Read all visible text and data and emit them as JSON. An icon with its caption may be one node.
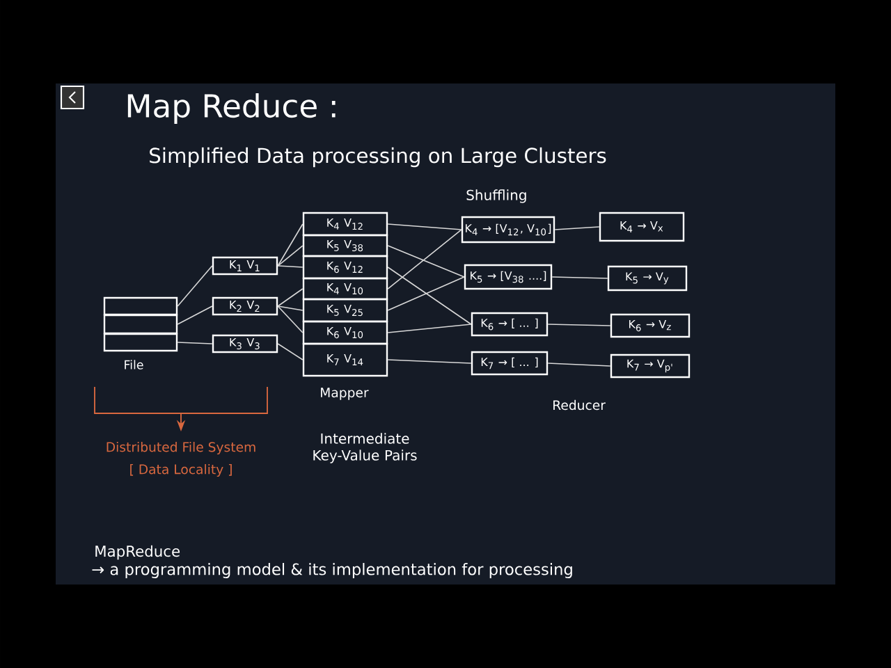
{
  "diagram": {
    "title": "Map Reduce :",
    "nodes": [
      {
        "text": [],
        "shape": "box"
      },
      {
        "text": [],
        "shape": "box"
      },
      {
        "text": [],
        "shape": "box"
      },
      {
        "text": [
          "K$_{1}$ V$_{1}$"
        ]
      },
      {
        "text": [
          "K$_{2}$ V$_{2}$"
        ]
      },
      {
        "text": [
          "K$_{3}$ V$_{3}$"
        ]
      },
      {
        "text": [
          "K$_{4}$ V$_{12}$"
        ]
      },
      {
        "text": [
          "K$_{5}$ V$_{38}$"
        ]
      },
      {
        "text": [
          "K$_{6}$ V$_{12}$"
        ]
      },
      {
        "text": [
          "K$_{4}$ V$_{10}$"
        ]
      },
      {
        "text": [
          "K$_{5}$ V$_{25}$"
        ]
      },
      {
        "text": [
          "K$_{6}$ V$_{10}$"
        ]
      },
      {
        "text": [
          "K$_{7}$ V$_{14}$"
        ]
      },
      {
        "text": [
          "K$_{4}$ → [V$_{12}$, V$_{10}$]"
        ]
      },
      {
        "text": [
          "K$_{5}$ → [V$_{38}$ ....]"
        ]
      },
      {
        "text": [
          "K$_{6}$ → [ ... ]"
        ]
      },
      {
        "text": [
          "K$_{7}$ → [ ... ]"
        ]
      },
      {
        "text": [
          "K$_{4}$ → V$_{x}$"
        ]
      },
      {
        "text": [
          "K$_{5}$ → V$_{y}$"
        ]
      },
      {
        "text": [
          "K$_{6}$ → V$_{z}$"
        ]
      },
      {
        "text": [
          "K$_{7}$ → V$_{p'}$"
        ]
      }
    ],
    "edges": [
      {
        "from": 0,
        "to": 3,
        "arrow": "none"
      },
      {
        "from": 1,
        "to": 4,
        "arrow": "none"
      },
      {
        "from": 2,
        "to": 5,
        "arrow": "none"
      },
      {
        "from": 3,
        "to": 6,
        "arrow": "none"
      },
      {
        "from": 3,
        "to": 7,
        "arrow": "none"
      },
      {
        "from": 3,
        "to": 8,
        "arrow": "none"
      },
      {
        "from": 4,
        "to": 9,
        "arrow": "none"
      },
      {
        "from": 4,
        "to": 10,
        "arrow": "none"
      },
      {
        "from": 4,
        "to": 11,
        "arrow": "none"
      },
      {
        "from": 5,
        "to": 12,
        "arrow": "none"
      },
      {
        "from": 6,
        "to": 13,
        "arrow": "none"
      },
      {
        "from": 7,
        "to": 14,
        "arrow": "none"
      },
      {
        "from": 8,
        "to": 15,
        "arrow": "none"
      },
      {
        "from": 9,
        "to": 13,
        "arrow": "none"
      },
      {
        "from": 10,
        "to": 14,
        "arrow": "none"
      },
      {
        "from": 11,
        "to": 15,
        "arrow": "none"
      },
      {
        "from": 12,
        "to": 16,
        "arrow": "none"
      },
      {
        "from": 13,
        "to": 17,
        "arrow": "none"
      },
      {
        "from": 14,
        "to": 18,
        "arrow": "none"
      },
      {
        "from": 15,
        "to": 19,
        "arrow": "none"
      },
      {
        "from": 16,
        "to": 20,
        "arrow": "none"
      }
    ],
    "labels": [
      "Simplified Data processing on Large Clusters",
      "Shuffling",
      "File",
      "Mapper",
      "Reducer",
      "Intermediate Key-Value Pairs",
      "Distributed File System",
      "[ Data Locality ]",
      "MapReduce",
      "→ a programming model & its implementation for processing"
    ]
  }
}
